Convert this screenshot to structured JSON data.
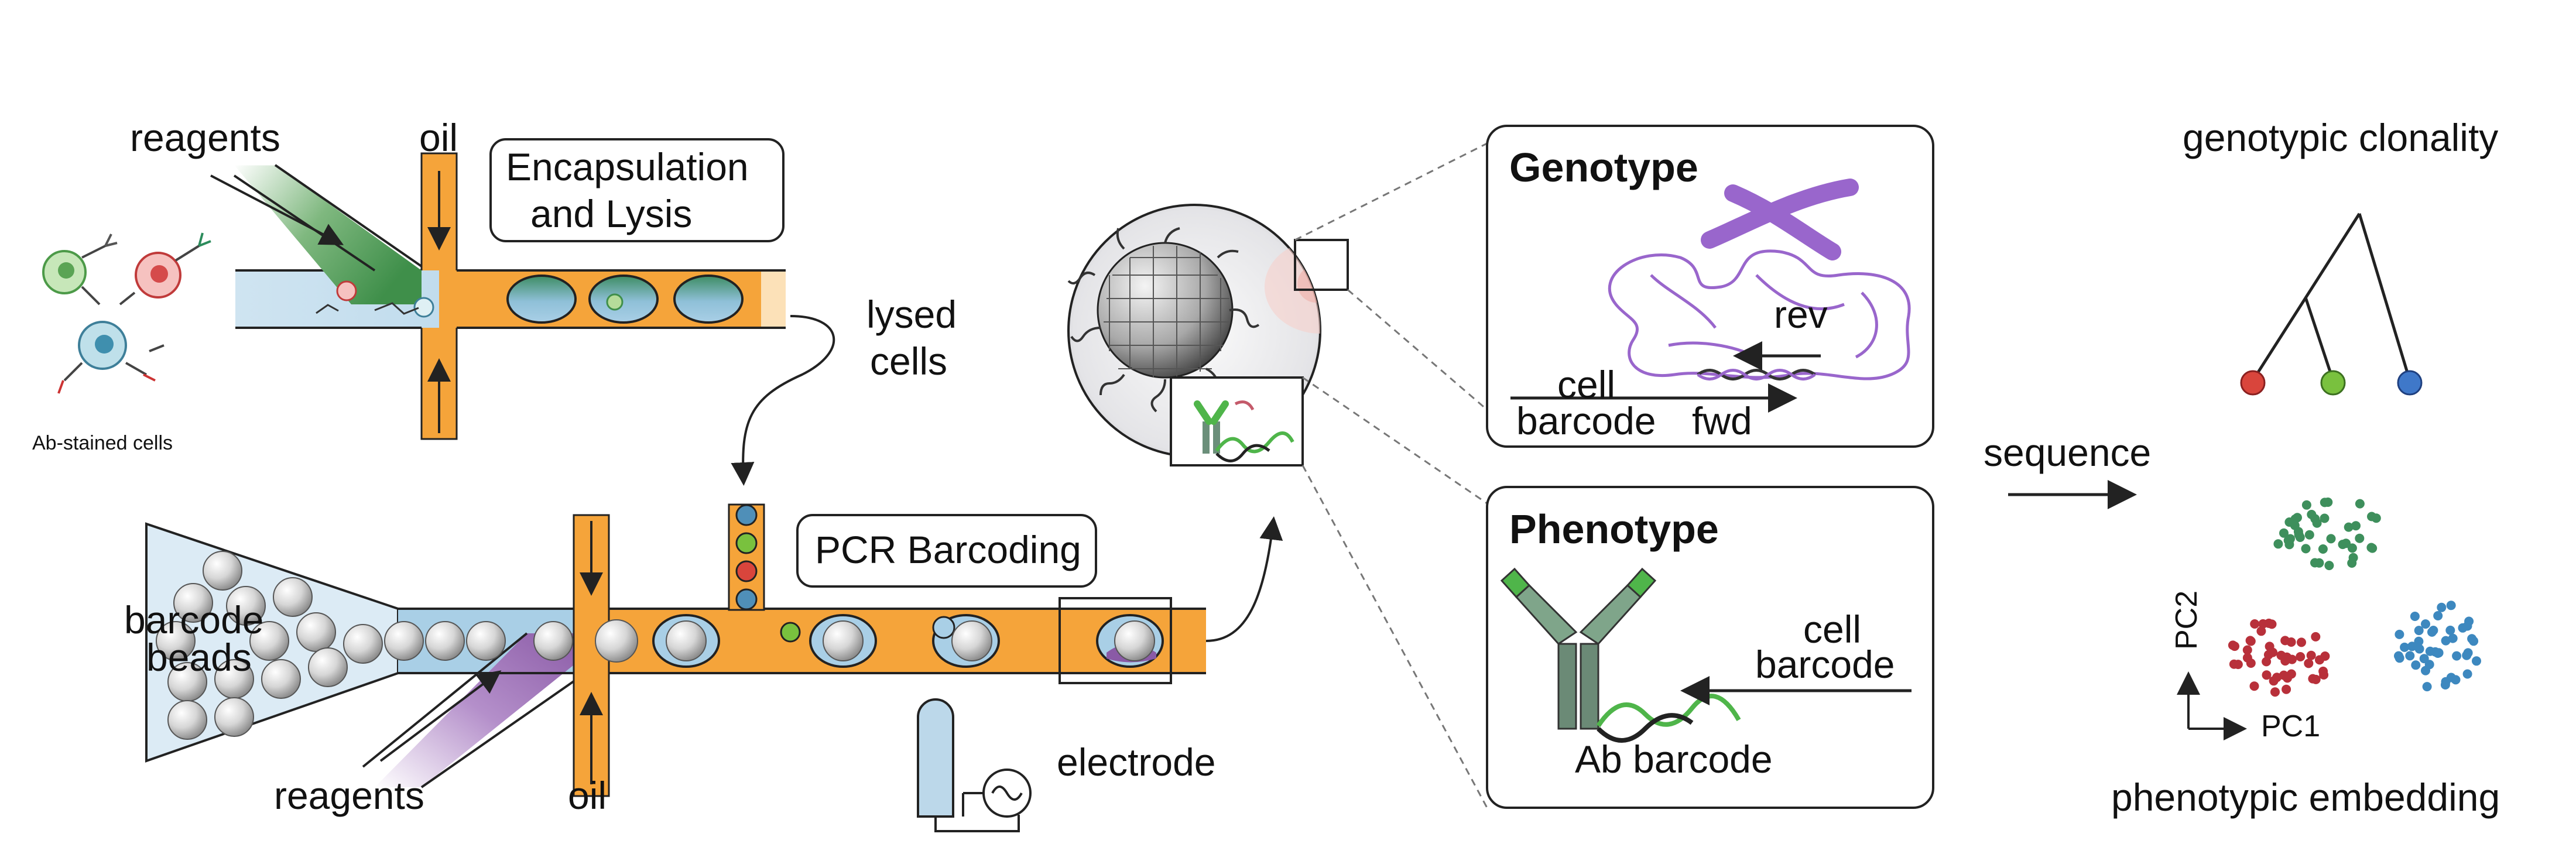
{
  "colors": {
    "oil": "#f5a43a",
    "aqueous": "#a9cfe6",
    "reagent_green": "#3f8f4a",
    "reagent_purple": "#8a5aa6",
    "bead_gray": "#d8d8d8",
    "genotype_purple": "#9966cc",
    "antibody_green": "#4fb54a",
    "leaf_red": "#d9453c",
    "leaf_green": "#79c13e",
    "leaf_blue": "#3f78c9",
    "cluster_green": "#3e8f5c",
    "cluster_red": "#b8303a",
    "cluster_blue": "#3d88bf"
  },
  "encapsulation": {
    "reagents_label": "reagents",
    "oil_label": "oil",
    "title_line1": "Encapsulation",
    "title_line2": "and Lysis",
    "cells_label": "Ab-stained cells"
  },
  "transfer": {
    "label_line1": "lysed",
    "label_line2": "cells"
  },
  "barcoding": {
    "beads_line1": "barcode",
    "beads_line2": "beads",
    "title": "PCR Barcoding",
    "reagents_label": "reagents",
    "oil_label": "oil",
    "electrode_label": "electrode"
  },
  "genotype": {
    "title": "Genotype",
    "rev_label": "rev",
    "cell_label": "cell",
    "barcode_label": "barcode",
    "fwd_label": "fwd"
  },
  "phenotype": {
    "title": "Phenotype",
    "cell_label": "cell",
    "barcode_label": "barcode",
    "ab_barcode_label": "Ab barcode"
  },
  "analysis": {
    "sequence_label": "sequence",
    "clonality_title": "genotypic clonality",
    "embedding_title": "phenotypic embedding",
    "pc1_label": "PC1",
    "pc2_label": "PC2"
  }
}
